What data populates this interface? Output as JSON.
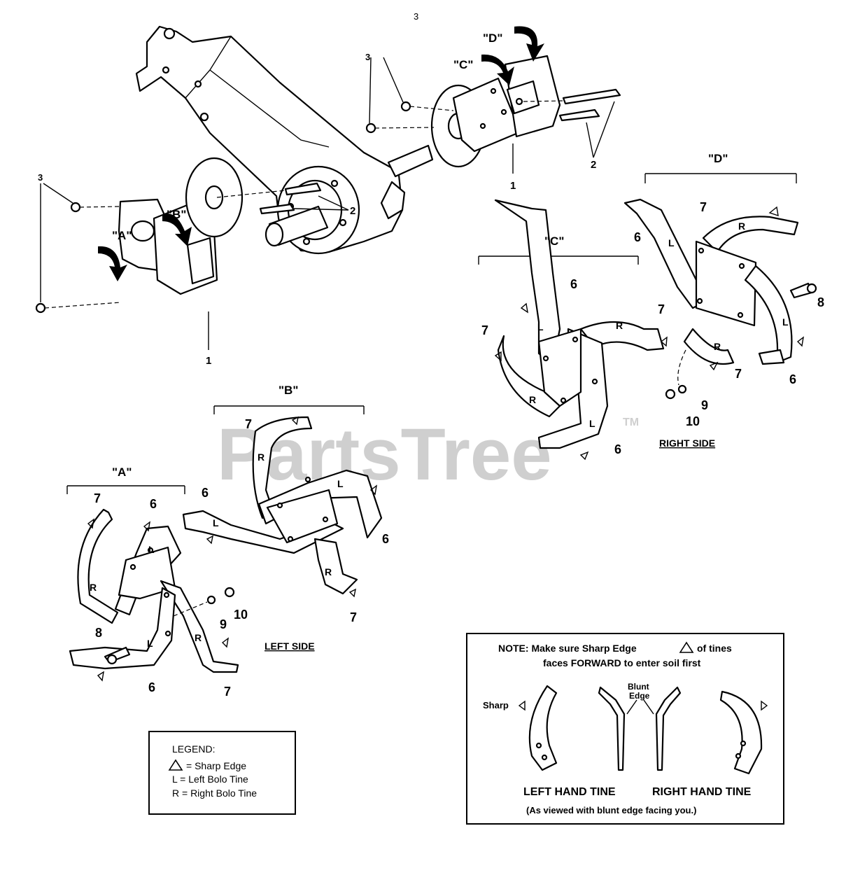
{
  "page_number": "3",
  "watermark": {
    "text": "PartsTree",
    "tm": "TM"
  },
  "assembly_labels": {
    "a": "\"A\"",
    "b": "\"B\"",
    "c": "\"C\"",
    "d": "\"D\""
  },
  "part_numbers": {
    "p1": "1",
    "p2": "2",
    "p3": "3",
    "p6": "6",
    "p7": "7",
    "p8": "8",
    "p9": "9",
    "p10": "10"
  },
  "tine_letters": {
    "left": "L",
    "right": "R"
  },
  "sides": {
    "left": "LEFT SIDE",
    "right": "RIGHT SIDE"
  },
  "legend": {
    "title": "LEGEND:",
    "sharp": "= Sharp Edge",
    "left_key": "L  =  Left Bolo Tine",
    "right_key": "R  =  Right Bolo Tine"
  },
  "note": {
    "line1": "NOTE:  Make sure Sharp Edge",
    "line1b": "of tines",
    "line2": "faces FORWARD to enter soil first",
    "sharp_label": "Sharp",
    "blunt_label_1": "Blunt",
    "blunt_label_2": "Edge",
    "left_hand": "LEFT HAND TINE",
    "right_hand": "RIGHT HAND TINE",
    "viewed": "(As viewed with blunt edge facing you.)"
  }
}
